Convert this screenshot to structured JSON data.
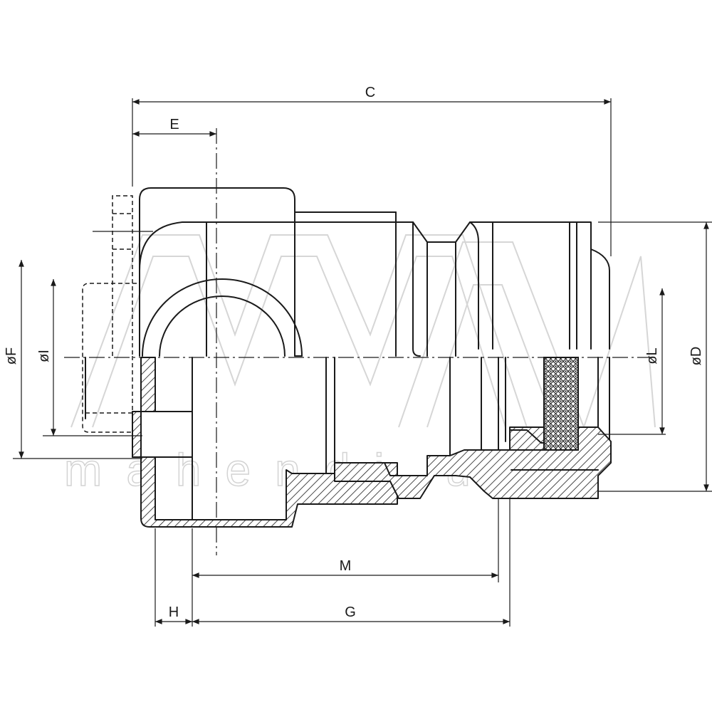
{
  "drawing": {
    "dimensions": {
      "C": "C",
      "E": "E",
      "F": "øF",
      "I": "øI",
      "L": "øL",
      "D": "øD",
      "M": "M",
      "H": "H",
      "G": "G"
    },
    "watermark": "mahendi.uk"
  },
  "colors": {
    "line": "#1a1a1a",
    "background": "#ffffff",
    "watermark": "#cfcfcf"
  }
}
